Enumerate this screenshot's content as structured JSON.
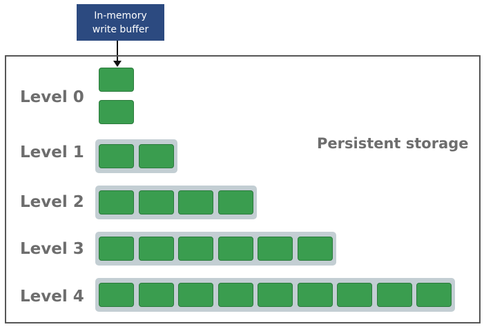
{
  "buffer": {
    "line1": "In-memory",
    "line2": "write buffer"
  },
  "storage_label": "Persistent storage",
  "levels": [
    {
      "label": "Level 0",
      "blocks": 2
    },
    {
      "label": "Level 1",
      "blocks": 2
    },
    {
      "label": "Level 2",
      "blocks": 4
    },
    {
      "label": "Level 3",
      "blocks": 6
    },
    {
      "label": "Level 4",
      "blocks": 9
    }
  ],
  "colors": {
    "buffer": "#2c4a80",
    "block": "#3a9d4f",
    "tray": "#c3ced3",
    "label": "#6d6d6d"
  }
}
